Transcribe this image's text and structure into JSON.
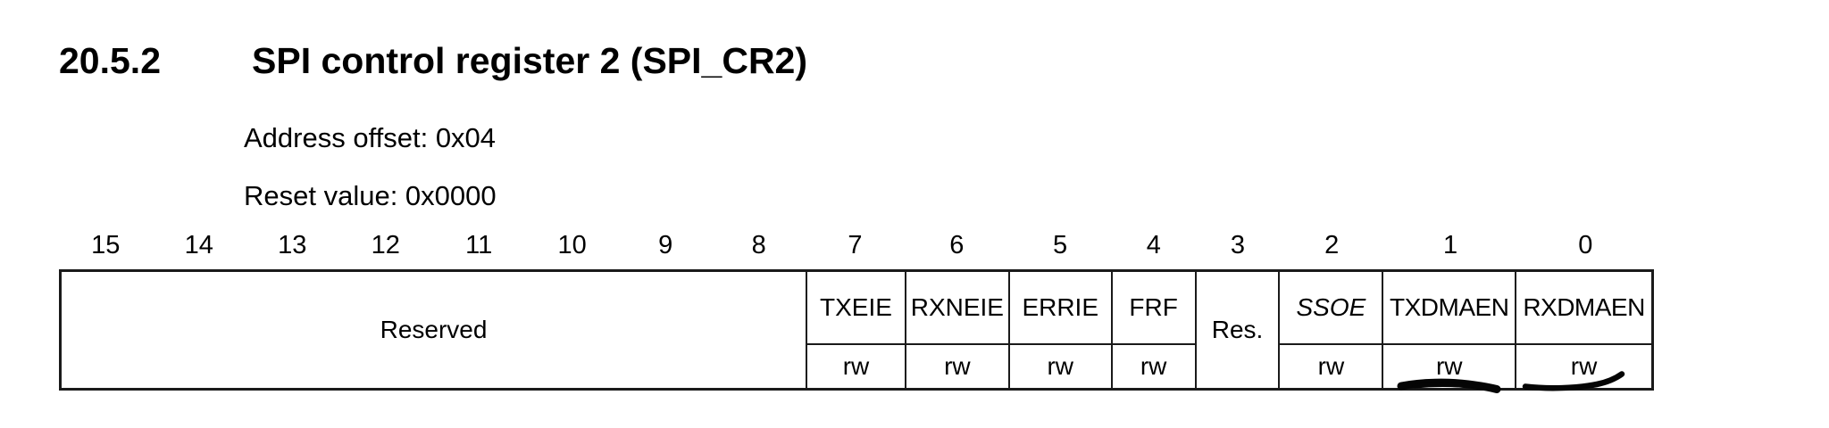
{
  "heading": {
    "section": "20.5.2",
    "title": "SPI control register 2 (SPI_CR2)"
  },
  "register": {
    "address_offset": "Address offset: 0x04",
    "reset_value": "Reset value: 0x0000",
    "bit_numbers": [
      "15",
      "14",
      "13",
      "12",
      "11",
      "10",
      "9",
      "8",
      "7",
      "6",
      "5",
      "4",
      "3",
      "2",
      "1",
      "0"
    ],
    "fields": [
      {
        "name": "Reserved",
        "bits": "15:8",
        "access": ""
      },
      {
        "name": "TXEIE",
        "bits": "7",
        "access": "rw"
      },
      {
        "name": "RXNEIE",
        "bits": "6",
        "access": "rw"
      },
      {
        "name": "ERRIE",
        "bits": "5",
        "access": "rw"
      },
      {
        "name": "FRF",
        "bits": "4",
        "access": "rw"
      },
      {
        "name": "Res.",
        "bits": "3",
        "access": ""
      },
      {
        "name": "SSOE",
        "bits": "2",
        "access": "rw"
      },
      {
        "name": "TXDMAEN",
        "bits": "1",
        "access": "rw"
      },
      {
        "name": "RXDMAEN",
        "bits": "0",
        "access": "rw"
      }
    ],
    "annotations": [
      {
        "type": "pen-underline",
        "target": "TXDMAEN rw"
      },
      {
        "type": "pen-underline",
        "target": "RXDMAEN rw"
      }
    ]
  },
  "colors": {
    "background": "#ffffff",
    "text": "#000000",
    "table_border": "#1a1a1a",
    "pen_mark": "#050505"
  }
}
